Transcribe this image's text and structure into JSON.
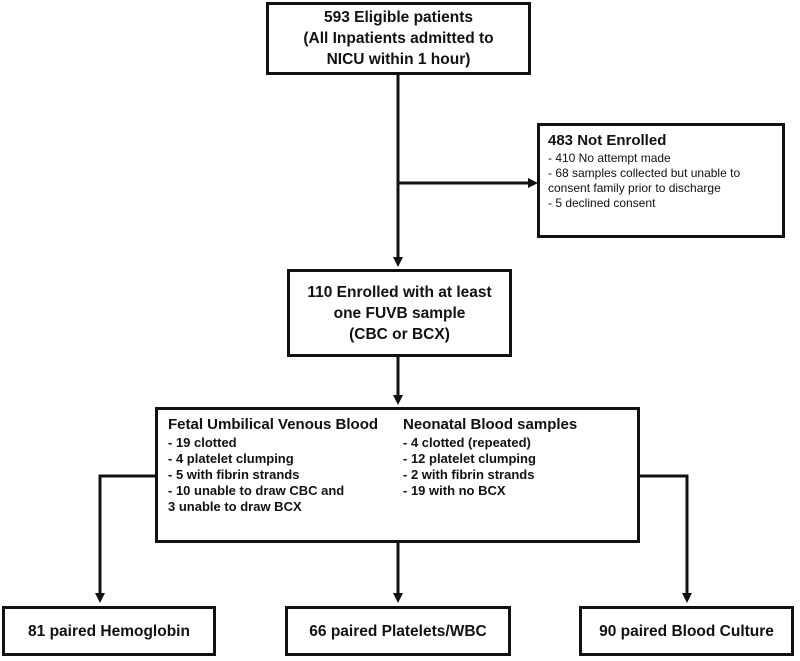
{
  "eligible": {
    "lines": [
      "593 Eligible patients",
      "(All Inpatients admitted to",
      "NICU within 1 hour)"
    ]
  },
  "not_enrolled": {
    "title": "483 Not Enrolled",
    "items": [
      "- 410 No attempt made",
      "- 68 samples collected but unable to",
      "consent family prior to discharge",
      "- 5 declined consent"
    ]
  },
  "enrolled": {
    "lines": [
      "110 Enrolled with at least",
      "one FUVB sample",
      "(CBC or BCX)"
    ]
  },
  "exclusions": {
    "fuvb": {
      "title": "Fetal Umbilical Venous Blood",
      "items": [
        "- 19 clotted",
        "- 4 platelet clumping",
        "- 5 with fibrin strands",
        "- 10 unable to draw CBC and",
        "3 unable to draw BCX"
      ]
    },
    "neonatal": {
      "title": "Neonatal Blood samples",
      "items": [
        "- 4 clotted (repeated)",
        "- 12 platelet clumping",
        "- 2 with fibrin strands",
        "- 19 with no BCX"
      ]
    }
  },
  "outcomes": {
    "hemoglobin": "81 paired Hemoglobin",
    "platelets": "66 paired Platelets/WBC",
    "culture": "90 paired Blood Culture"
  }
}
